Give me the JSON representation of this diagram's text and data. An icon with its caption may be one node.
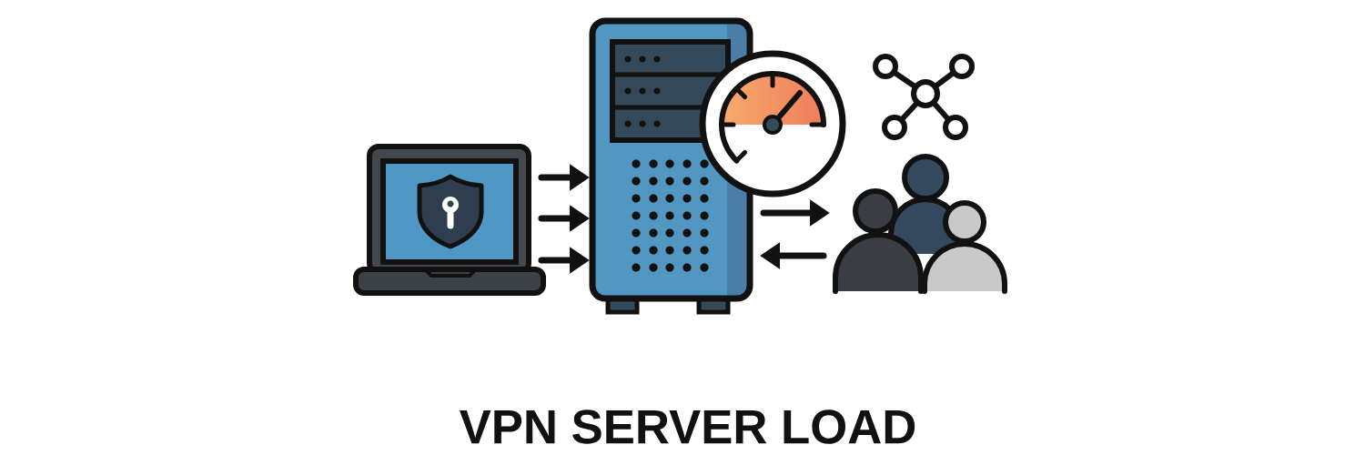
{
  "diagram": {
    "title": "VPN SERVER LOAD",
    "nodes": [
      {
        "text": [],
        "shape": "picture"
      },
      {
        "text": [],
        "shape": "picture"
      },
      {
        "text": [],
        "shape": "person"
      }
    ],
    "edges": [
      {
        "from": 0,
        "to": 1,
        "arrow": "to"
      },
      {
        "from": 0,
        "to": 1,
        "arrow": "to"
      },
      {
        "from": 0,
        "to": 1,
        "arrow": "to"
      },
      {
        "from": 1,
        "to": 2,
        "arrow": "to"
      },
      {
        "from": 2,
        "to": 1,
        "arrow": "to"
      }
    ]
  }
}
